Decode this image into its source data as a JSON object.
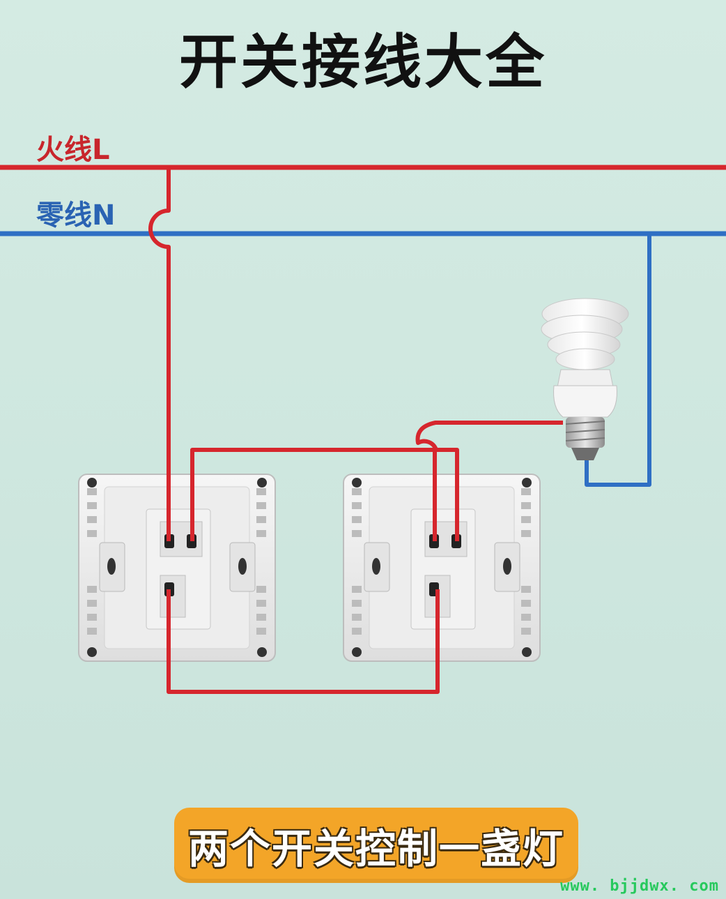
{
  "title": "开关接线大全",
  "wires": {
    "live_label": "火线L",
    "neutral_label": "零线N",
    "live_color": "#d6262d",
    "neutral_color": "#2f6fc4"
  },
  "caption": "两个开关控制一盏灯",
  "watermark": "www. bjjdwx. com",
  "components": [
    "switch-1",
    "switch-2",
    "cfl-bulb"
  ]
}
